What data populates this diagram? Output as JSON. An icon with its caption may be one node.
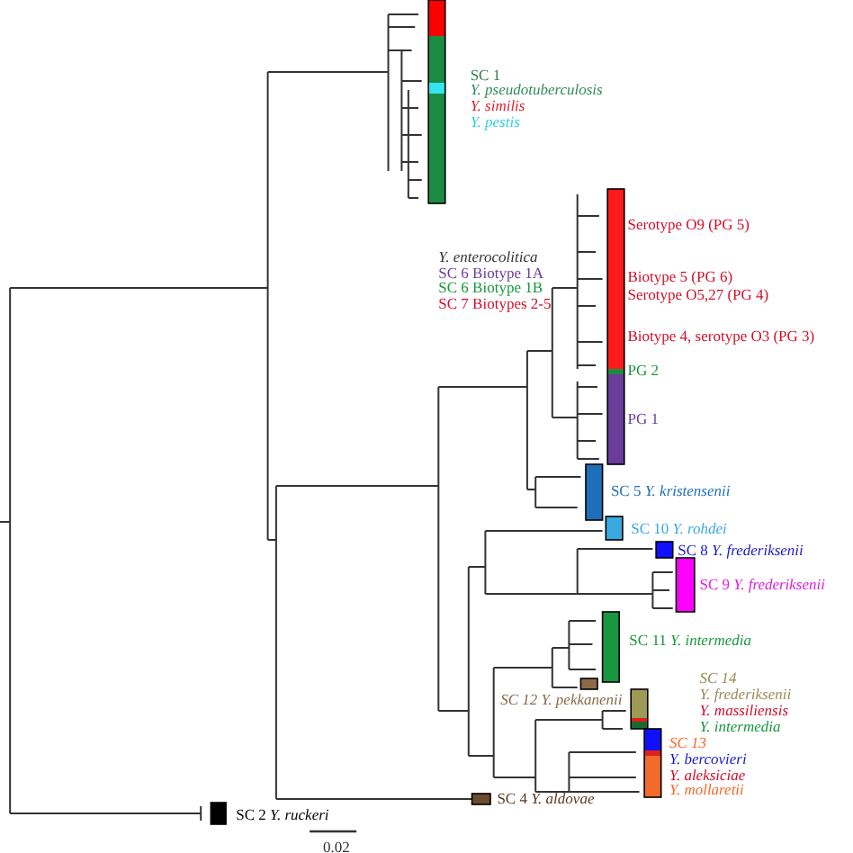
{
  "diagram": {
    "labels": [
      "SC 1",
      "Y. pseudotuberculosis",
      "Y. similis",
      "Y. pestis",
      "Serotype O9 (PG 5)",
      "Y. enterocolitica",
      "SC 6 Biotype 1A",
      "SC 6 Biotype 1B",
      "SC 7 Biotypes 2-5",
      "Biotype 5 (PG 6)",
      "Serotype O5,27 (PG 4)",
      "Biotype 4, serotype O3 (PG 3)",
      "PG 2",
      "PG 1",
      "SC 5 *Y. kristensenii*",
      "SC 10 *Y. rohdei*",
      "SC 8 *Y. frederiksenii*",
      "SC 9 *Y. frederiksenii*",
      "SC 11 *Y. intermedia*",
      "SC 14",
      "Y. frederiksenii",
      "Y. massiliensis",
      "Y. intermedia",
      "SC 12 Y. pekkanenii",
      "SC 13",
      "Y. bercovieri",
      "Y. aleksiciae",
      "Y. mollaretii",
      "SC 4 *Y. aldovae*",
      "SC 2 *Y. ruckeri*",
      "0.02"
    ]
  }
}
